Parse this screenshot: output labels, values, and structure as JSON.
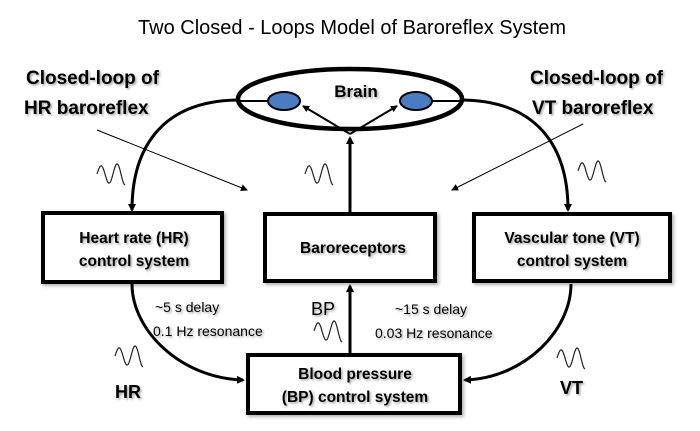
{
  "title": "Two Closed - Loops Model of Baroreflex System",
  "loops": {
    "hr": {
      "line1": "Closed-loop of",
      "line2": "HR baroreflex"
    },
    "vt": {
      "line1": "Closed-loop of",
      "line2": "VT baroreflex"
    }
  },
  "brain": {
    "label": "Brain",
    "node_color": "#4a7cc4"
  },
  "boxes": {
    "hr": {
      "line1": "Heart rate (HR)",
      "line2": "control system"
    },
    "baroreceptors": {
      "line1": "Baroreceptors"
    },
    "vt": {
      "line1": "Vascular tone (VT)",
      "line2": "control system"
    },
    "bp": {
      "line1": "Blood pressure",
      "line2": "(BP) control system"
    }
  },
  "annotations": {
    "hr_delay": "~5 s delay",
    "hr_resonance": "0.1 Hz resonance",
    "vt_delay": "~15 s delay",
    "vt_resonance": "0.03 Hz resonance"
  },
  "signals": {
    "hr": "HR",
    "bp": "BP",
    "vt": "VT"
  },
  "icons": [
    "wave-icon",
    "arrow-icon"
  ]
}
